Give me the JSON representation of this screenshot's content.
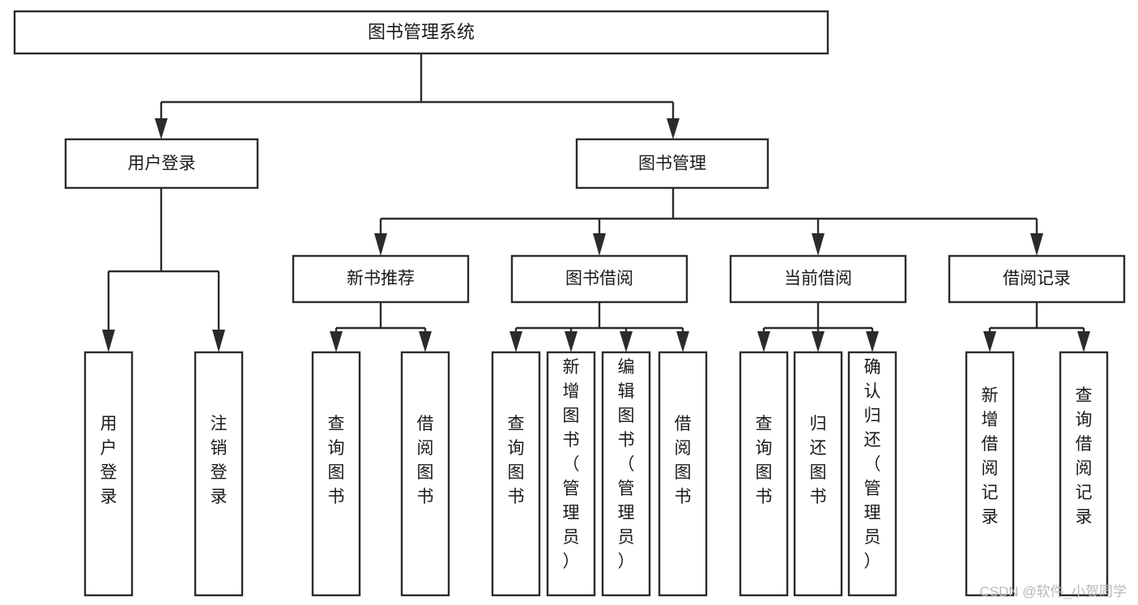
{
  "diagram": {
    "title": "图书管理系统",
    "type": "tree",
    "root": {
      "id": "root",
      "label": "图书管理系统"
    },
    "level2": [
      {
        "id": "user-login",
        "label": "用户登录"
      },
      {
        "id": "book-manage",
        "label": "图书管理"
      }
    ],
    "level3": [
      {
        "id": "new-book-rec",
        "label": "新书推荐",
        "parent": "book-manage"
      },
      {
        "id": "book-borrow",
        "label": "图书借阅",
        "parent": "book-manage"
      },
      {
        "id": "current-borrow",
        "label": "当前借阅",
        "parent": "book-manage"
      },
      {
        "id": "borrow-record",
        "label": "借阅记录",
        "parent": "book-manage"
      }
    ],
    "leaves": {
      "user-login": [
        {
          "id": "leaf-user-login",
          "label": "用户登录"
        },
        {
          "id": "leaf-user-logout",
          "label": "注销登录"
        }
      ],
      "new-book-rec": [
        {
          "id": "leaf-query-book-1",
          "label": "查询图书"
        },
        {
          "id": "leaf-borrow-book-1",
          "label": "借阅图书"
        }
      ],
      "book-borrow": [
        {
          "id": "leaf-query-book-2",
          "label": "查询图书"
        },
        {
          "id": "leaf-add-book",
          "label": "新增图书（管理员）"
        },
        {
          "id": "leaf-edit-book",
          "label": "编辑图书（管理员）"
        },
        {
          "id": "leaf-borrow-book-2",
          "label": "借阅图书"
        }
      ],
      "current-borrow": [
        {
          "id": "leaf-query-book-3",
          "label": "查询图书"
        },
        {
          "id": "leaf-return-book",
          "label": "归还图书"
        },
        {
          "id": "leaf-confirm-return",
          "label": "确认归还（管理员）"
        }
      ],
      "borrow-record": [
        {
          "id": "leaf-add-record",
          "label": "新增借阅记录"
        },
        {
          "id": "leaf-query-record",
          "label": "查询借阅记录"
        }
      ]
    },
    "watermark": "CSDN @软件_小贺同学",
    "colors": {
      "background": "#ffffff",
      "box_stroke": "#2b2b2b",
      "box_fill": "#ffffff",
      "text": "#1a1a1a",
      "connector": "#2b2b2b",
      "watermark": "#b8b8b8"
    }
  }
}
